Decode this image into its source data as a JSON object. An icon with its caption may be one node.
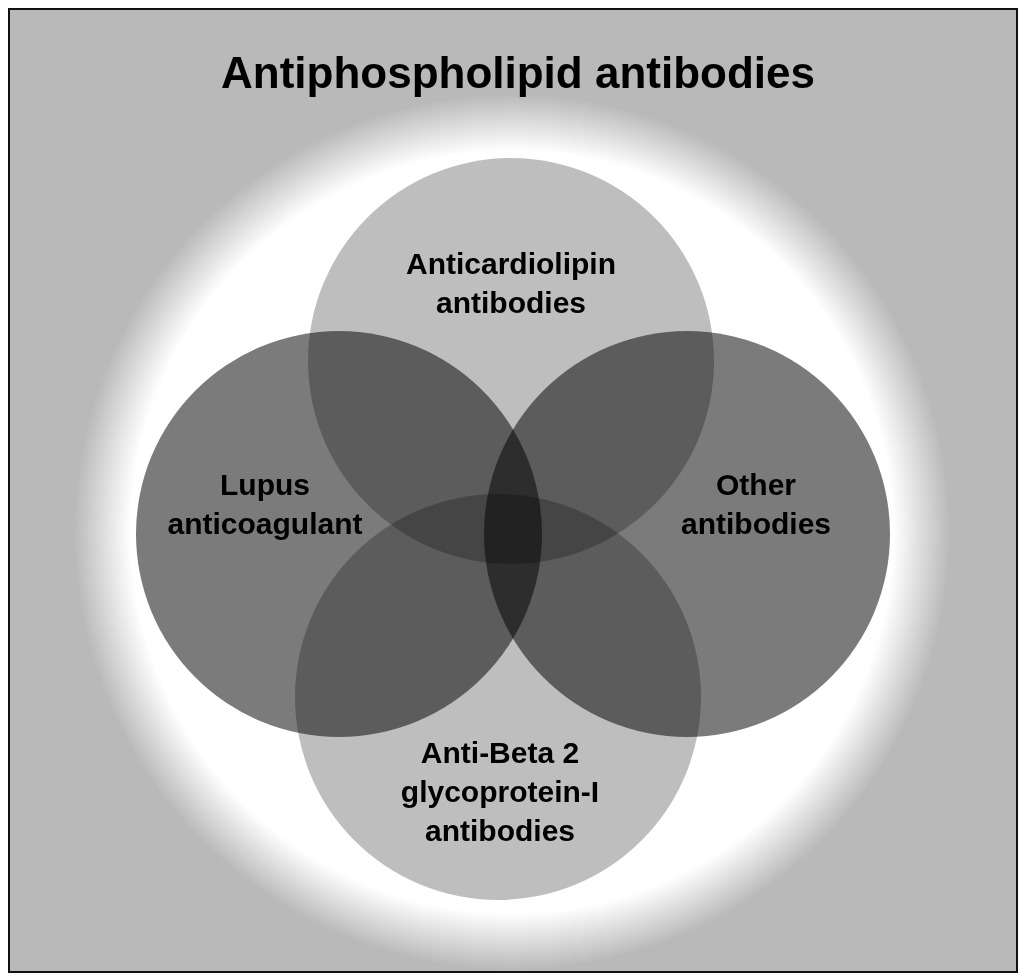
{
  "diagram": {
    "title": "Antiphospholipid antibodies",
    "nodes": [
      {
        "text": [
          "Anticardiolipin antibodies"
        ]
      },
      {
        "text": [
          "Lupus anticoagulant"
        ]
      },
      {
        "text": [
          "Other antibodies"
        ]
      },
      {
        "text": [
          "Anti-Beta 2 glycoprotein-I antibodies"
        ]
      }
    ]
  }
}
